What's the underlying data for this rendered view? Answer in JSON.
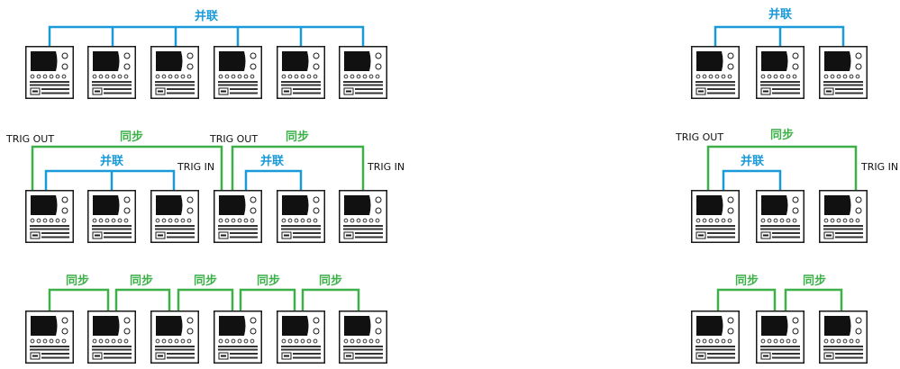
{
  "colors": {
    "parallel": "#1a9ad8",
    "sync": "#3db04a",
    "outline": "#1a1a1a",
    "screen": "#111111"
  },
  "labels": {
    "parallel": "并联",
    "sync": "同步",
    "trig_out": "TRIG OUT",
    "trig_in": "TRIG IN"
  },
  "diagram": {
    "left": {
      "row1": {
        "type": "parallel",
        "units": 6
      },
      "row2": {
        "type": "sync-of-parallel-groups",
        "groups": 2,
        "units_per_group": 3
      },
      "row3": {
        "type": "sync-chain",
        "units": 6
      }
    },
    "right": {
      "row1": {
        "type": "parallel",
        "units": 3
      },
      "row2": {
        "type": "sync-of-parallel-group",
        "units": 3
      },
      "row3": {
        "type": "sync-chain",
        "units": 3
      }
    }
  },
  "icons": {
    "unit": "power-supply-icon"
  }
}
